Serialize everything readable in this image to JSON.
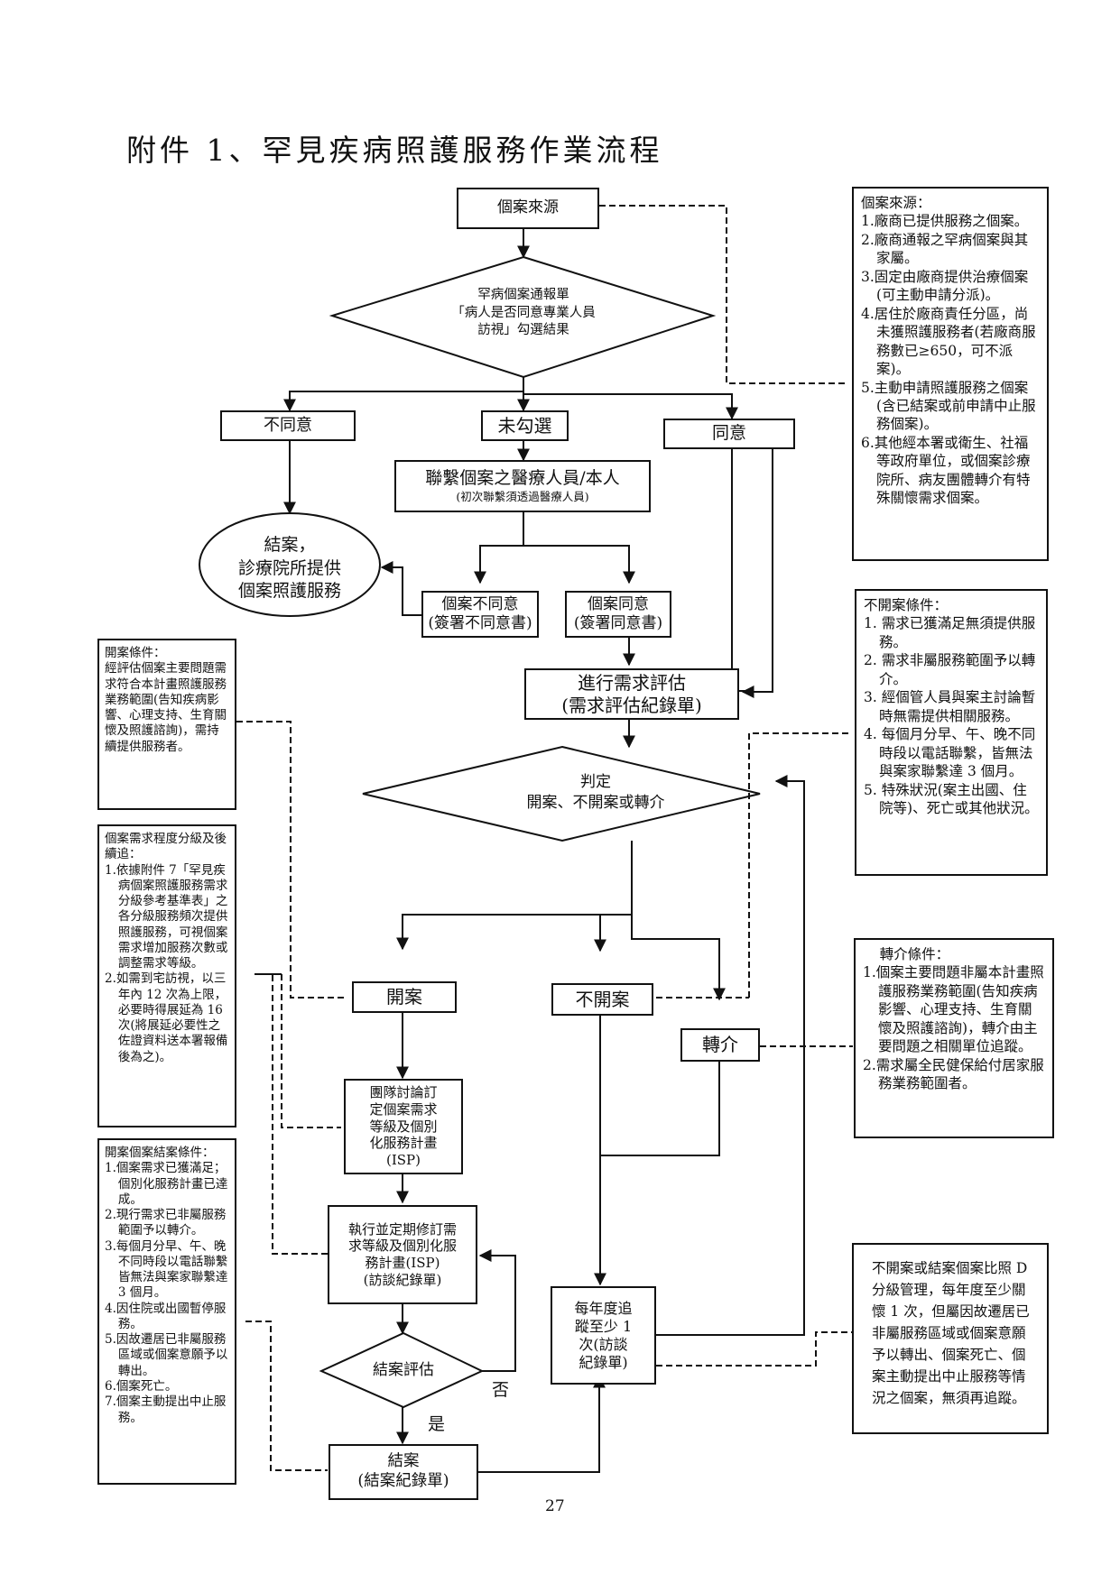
{
  "title": "附件 1、罕見疾病照護服務作業流程",
  "page_number": "27",
  "nodes": {
    "source": "個案來源",
    "decision1": [
      "罕病個案通報單",
      "「病人是否同意專業人員",
      "訪視」勾選結果"
    ],
    "disagree": "不同意",
    "unchecked": "未勾選",
    "agree": "同意",
    "contact": {
      "main": "聯繫個案之醫療人員/本人",
      "sub": "(初次聯繫須透過醫療人員)"
    },
    "close_clinic": [
      "結案，",
      "診療院所提供",
      "個案照護服務"
    ],
    "case_disagree": [
      "個案不同意",
      "(簽署不同意書)"
    ],
    "case_agree": [
      "個案同意",
      "(簽署同意書)"
    ],
    "assessment": [
      "進行需求評估",
      "(需求評估紀錄單)"
    ],
    "decision2": [
      "判定",
      "開案、不開案或轉介"
    ],
    "open": "開案",
    "not_open": "不開案",
    "referral": "轉介",
    "isp_plan": [
      "團隊討論訂",
      "定個案需求",
      "等級及個別",
      "化服務計畫",
      "(ISP)"
    ],
    "isp_exec": [
      "執行並定期修訂需",
      "求等級及個別化服",
      "務計畫(ISP)",
      "(訪談紀錄單)"
    ],
    "close_eval": "結案評估",
    "no_label": "否",
    "yes_label": "是",
    "closed": [
      "結案",
      "(結案紀錄單)"
    ],
    "annual": [
      "每年度追",
      "蹤至少 1",
      "次(訪談",
      "紀錄單)"
    ]
  },
  "notes": {
    "case_source": {
      "heading": "個案來源：",
      "items": [
        "1.廠商已提供服務之個案。",
        "2.廠商通報之罕病個案與其家屬。",
        "3.固定由廠商提供治療個案(可主動申請分派)。",
        "4.居住於廠商責任分區，尚未獲照護服務者(若廠商服務數已≥650，可不派案)。",
        "5.主動申請照護服務之個案(含已結案或前申請中止服務個案)。",
        "6.其他經本署或衛生、社福等政府單位，或個案診療院所、病友團體轉介有特殊關懷需求個案。"
      ]
    },
    "not_open_conditions": {
      "heading": "不開案條件：",
      "items": [
        "1. 需求已獲滿足無須提供服務。",
        "2. 需求非屬服務範圍予以轉介。",
        "3. 經個管人員與案主討論暫時無需提供相關服務。",
        "4. 每個月分早、午、晚不同時段以電話聯繫，皆無法與案家聯繫達 3 個月。",
        "5. 特殊狀況(案主出國、住院等)、死亡或其他狀況。"
      ]
    },
    "open_conditions": {
      "heading": "開案條件：",
      "body": "經評估個案主要問題需求符合本計畫照護服務業務範圍(告知疾病影響、心理支持、生育關懷及照護諮詢)，需持續提供服務者。"
    },
    "grading": {
      "heading": "個案需求程度分級及後續追：",
      "items": [
        "1.依據附件 7「罕見疾病個案照護服務需求分級參考基準表」之各分級服務頻次提供照護服務，可視個案需求增加服務次數或調整需求等級。",
        "2.如需到宅訪視，以三年內 12 次為上限，必要時得展延為 16 次(將展延必要性之佐證資料送本署報備後為之)。"
      ]
    },
    "closing_conditions": {
      "heading": "開案個案結案條件：",
      "items": [
        "1.個案需求已獲滿足；個別化服務計畫已達成。",
        "2.現行需求已非屬服務範圍予以轉介。",
        "3.每個月分早、午、晚不同時段以電話聯繫皆無法與案家聯繫達 3 個月。",
        "4.因住院或出國暫停服務。",
        "5.因故遷居已非屬服務區域或個案意願予以轉出。",
        "6.個案死亡。",
        "7.個案主動提出中止服務。"
      ]
    },
    "referral_conditions": {
      "heading": "轉介條件：",
      "items": [
        "1.個案主要問題非屬本計畫照護服務業務範圍(告知疾病影響、心理支持、生育關懷及照護諮詢)，轉介由主要問題之相關單位追蹤。",
        "2.需求屬全民健保給付居家服務業務範圍者。"
      ]
    },
    "followup": {
      "body": "不開案或結案個案比照 D 分級管理，每年度至少關懷 1 次，但屬因故遷居已非屬服務區域或個案意願予以轉出、個案死亡、個案主動提出中止服務等情況之個案，無須再追蹤。"
    }
  }
}
